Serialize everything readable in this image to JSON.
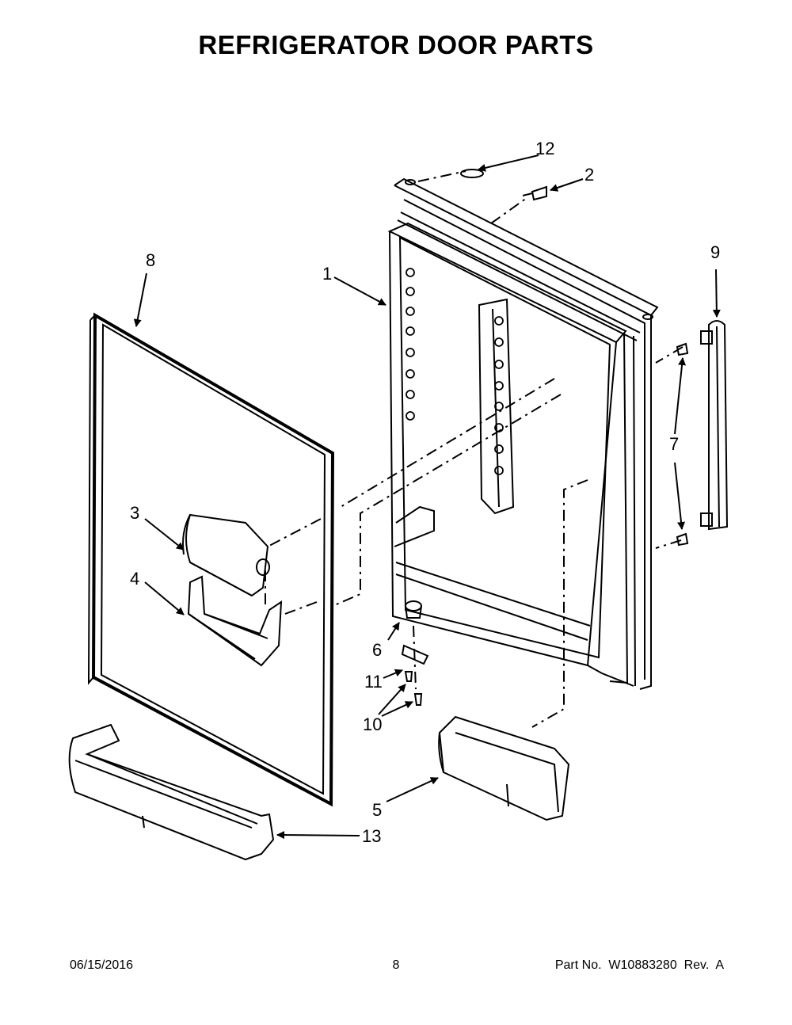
{
  "title": "REFRIGERATOR DOOR PARTS",
  "callouts": {
    "p1": "1",
    "p2": "2",
    "p3": "3",
    "p4": "4",
    "p5": "5",
    "p6": "6",
    "p7": "7",
    "p8": "8",
    "p9": "9",
    "p10": "10",
    "p11": "11",
    "p12": "12",
    "p13": "13"
  },
  "footer": {
    "date": "06/15/2016",
    "page": "8",
    "part": "Part No.  W10883280  Rev.  A"
  }
}
